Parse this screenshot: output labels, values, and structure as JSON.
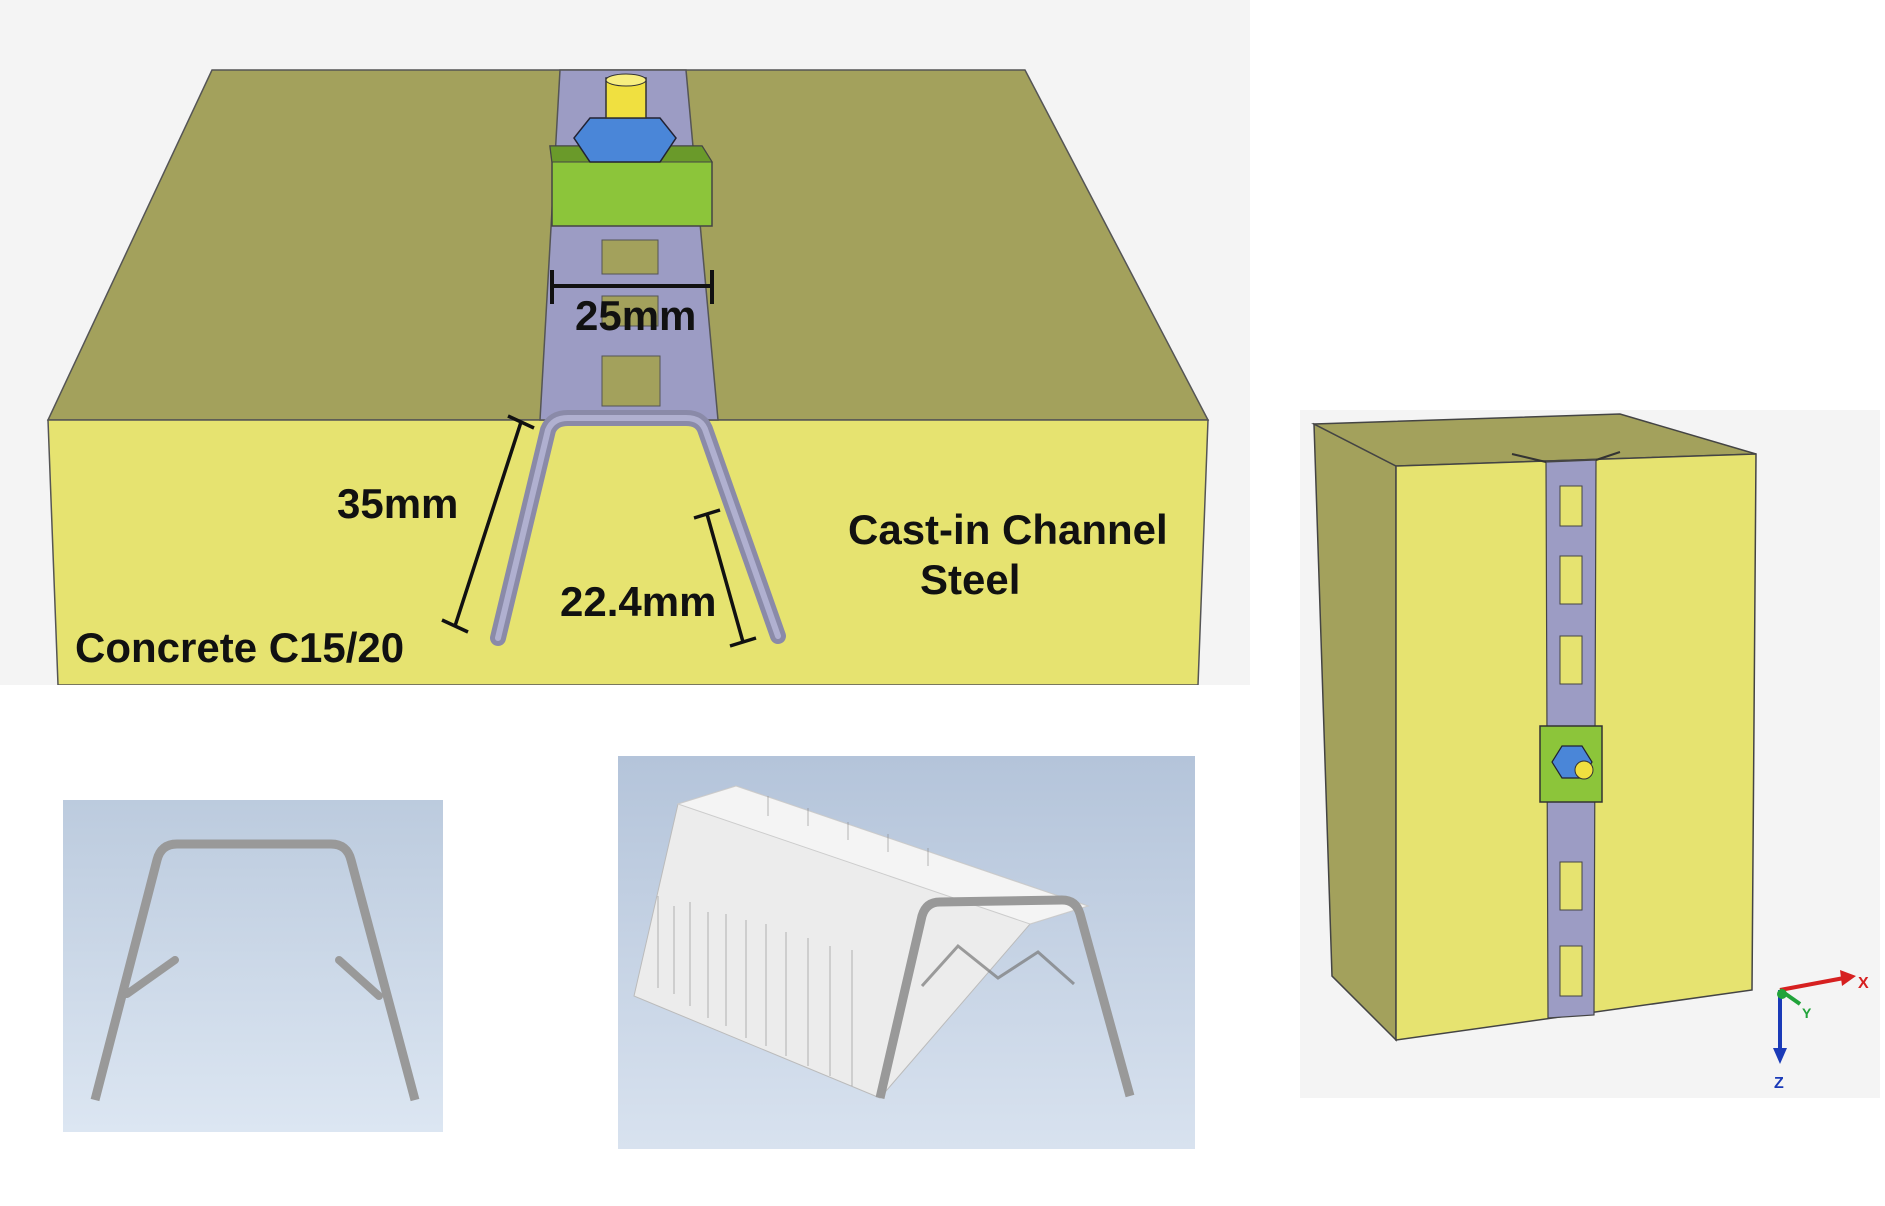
{
  "main_view": {
    "width_label": "25mm",
    "depth_label": "35mm",
    "leg_label": "22.4mm",
    "concrete_label": "Concrete C15/20",
    "channel_label_line1": "Cast-in Channel",
    "channel_label_line2": "Steel"
  },
  "axis_triad": {
    "x": "X",
    "y": "Y",
    "z": "Z"
  },
  "colors": {
    "concrete_top": "#a3a15c",
    "concrete_side": "#e6e370",
    "channel": "#9c9cc4",
    "washer_plate": "#8cc53a",
    "nut": "#4a86d8",
    "bolt": "#f0e040",
    "background": "#f4f4f4"
  }
}
